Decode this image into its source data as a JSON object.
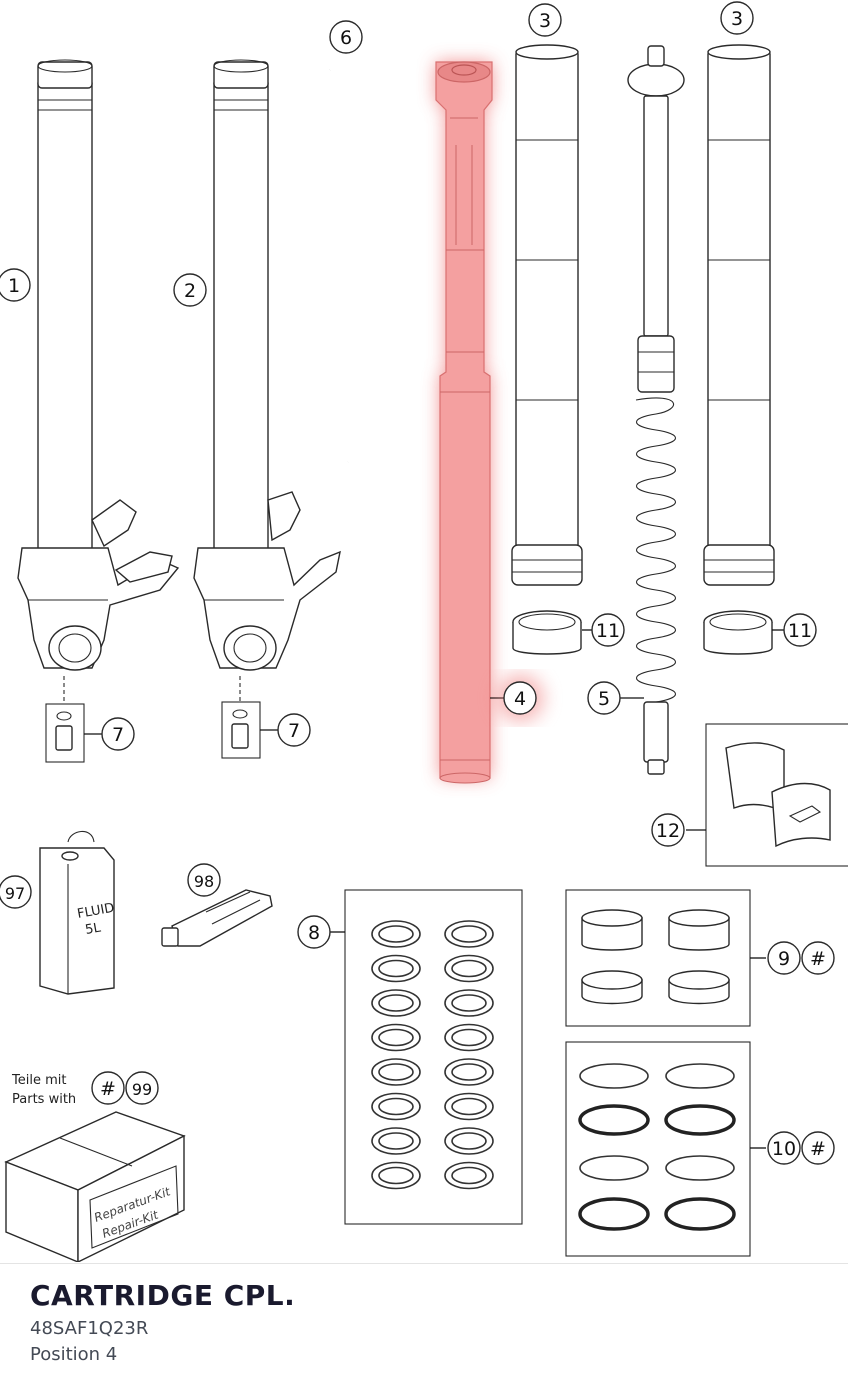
{
  "callouts": {
    "c1": "1",
    "c2": "2",
    "c3a": "3",
    "c3b": "3",
    "c4": "4",
    "c5": "5",
    "c6": "6",
    "c7a": "7",
    "c7b": "7",
    "c8": "8",
    "c9": "9",
    "c9h": "#",
    "c10": "10",
    "c10h": "#",
    "c11a": "11",
    "c11b": "11",
    "c12": "12",
    "c97": "97",
    "c98": "98",
    "c99": "99",
    "c99h": "#"
  },
  "labels": {
    "fluid": "FLUID",
    "fluid_qty": "5L",
    "parts_de": "Teile mit",
    "parts_en": "Parts with",
    "kit_de": "Reparatur-Kit",
    "kit_en": "Repair-Kit"
  },
  "colors": {
    "highlight": "#f08080",
    "ink": "#111111"
  },
  "selection": {
    "name": "CARTRIDGE CPL.",
    "part_number": "48SAF1Q23R",
    "position": "Position 4"
  }
}
